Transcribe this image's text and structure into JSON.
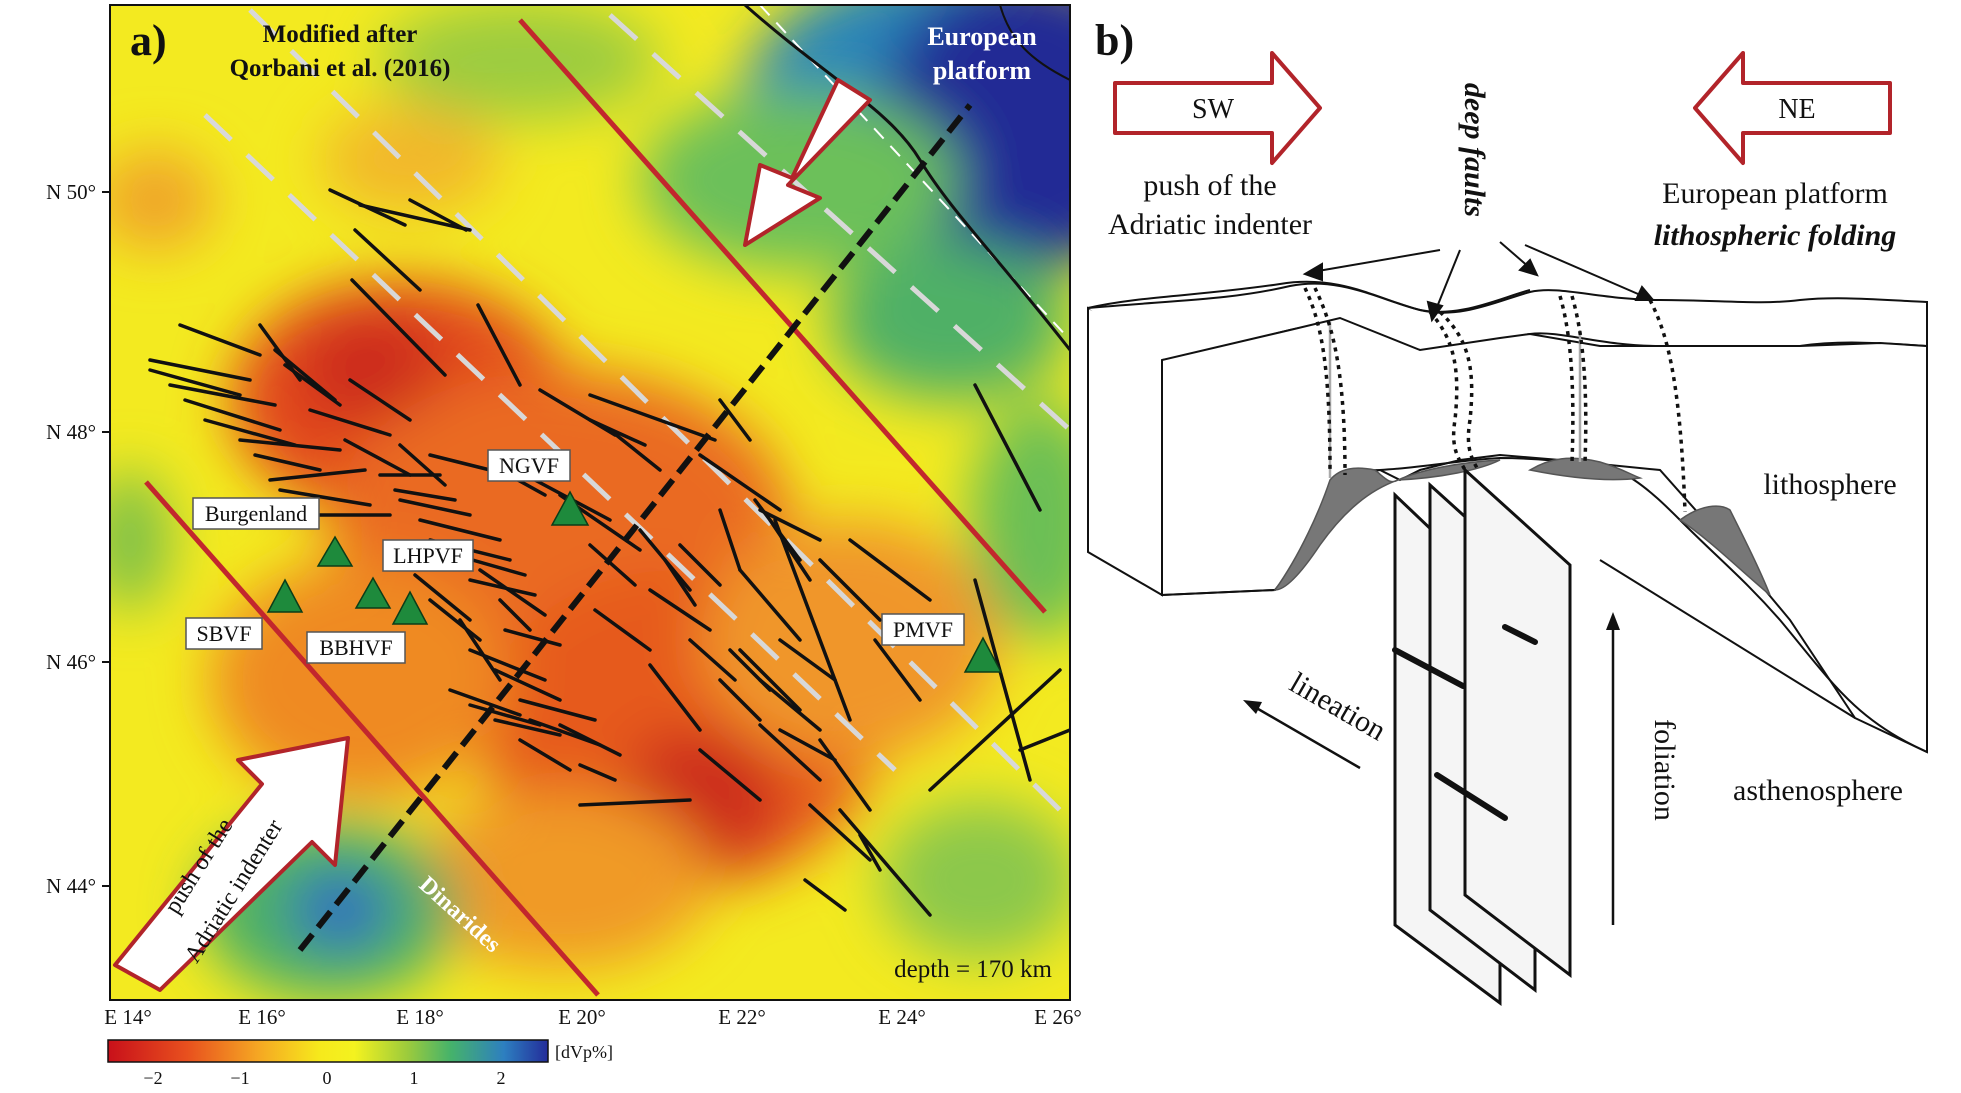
{
  "panel_a": {
    "label": "a)",
    "credit_line1": "Modified after",
    "credit_line2": "Qorbani et al. (2016)",
    "european_line1": "European",
    "european_line2": "platform",
    "push_line1": "push of the",
    "push_line2": "Adriatic indenter",
    "dinarides": "Dinarides",
    "depth": "depth = 170 km",
    "volcanic_fields": [
      "Burgenland",
      "LHPVF",
      "NGVF",
      "SBVF",
      "BBHVF",
      "PMVF"
    ],
    "lat_ticks": [
      "N 50°",
      "N 48°",
      "N 46°",
      "N 44°"
    ],
    "lon_ticks": [
      "E 14°",
      "E 16°",
      "E 18°",
      "E 20°",
      "E 22°",
      "E 24°",
      "E 26°"
    ],
    "colorbar": {
      "ticks": [
        "−2",
        "−1",
        "0",
        "1",
        "2"
      ],
      "unit": "[dVp%]",
      "colors": [
        "#c8101a",
        "#e8501e",
        "#f5a623",
        "#f6e91c",
        "#f4f21f",
        "#9ccb3c",
        "#45b26b",
        "#2d7fc0",
        "#232c9a"
      ]
    }
  },
  "panel_b": {
    "label": "b)",
    "sw": "SW",
    "ne": "NE",
    "push_line1": "push of the",
    "push_line2": "Adriatic indenter",
    "deep_faults": "deep faults",
    "euro_line1": "European platform",
    "euro_line2": "lithospheric folding",
    "lithosphere": "lithosphere",
    "asthenosphere": "asthenosphere",
    "lineation": "lineation",
    "foliation": "foliation"
  },
  "colors": {
    "arrow_red": "#b2242a",
    "fault_red": "#c2272d",
    "volcano_green": "#1e8a3c"
  }
}
